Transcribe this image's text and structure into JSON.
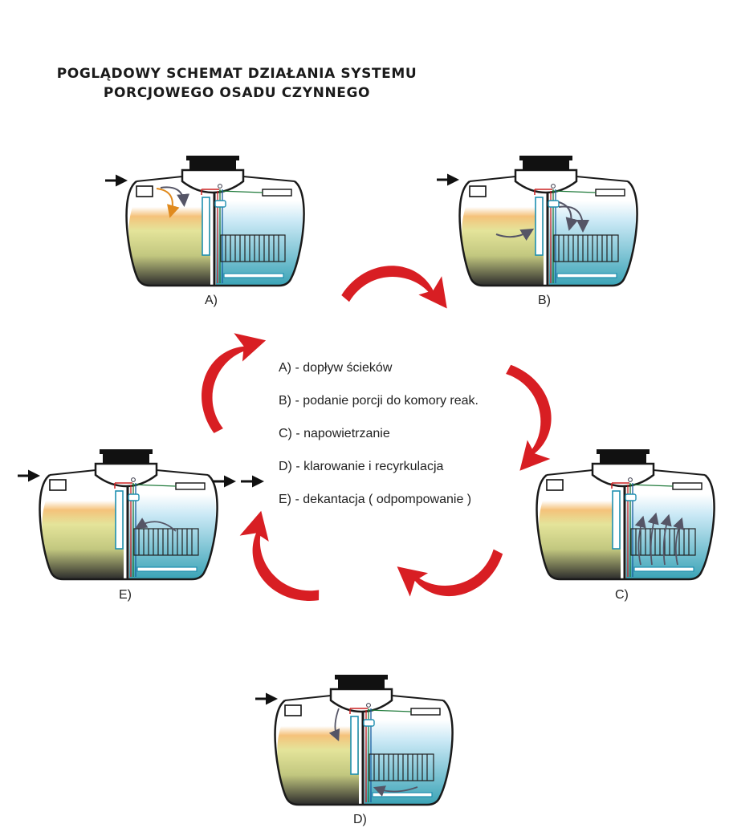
{
  "title": {
    "line1": "POGLĄDOWY SCHEMAT DZIAŁANIA SYSTEMU",
    "line2": "PORCJOWEGO OSADU CZYNNEGO"
  },
  "legend": [
    "A) - dopływ ścieków",
    "B) - podanie porcji do komory reak.",
    "C) - napowietrzanie",
    "D) - klarowanie i recyrkulacja",
    "E) - dekantacja ( odpompowanie )"
  ],
  "stages": {
    "a": "A)",
    "b": "B)",
    "c": "C)",
    "d": "D)",
    "e": "E)"
  },
  "colors": {
    "cycle_arrow": "#d81e23",
    "water_top": "#bfe3f3",
    "water_bottom": "#3aa5b8",
    "sludge_top": "#f2b860",
    "sludge_mid": "#dfe39a",
    "sludge_bottom": "#2f2f2f",
    "process_arrow": "#555566",
    "inflow_arrow": "#e08a1e"
  }
}
